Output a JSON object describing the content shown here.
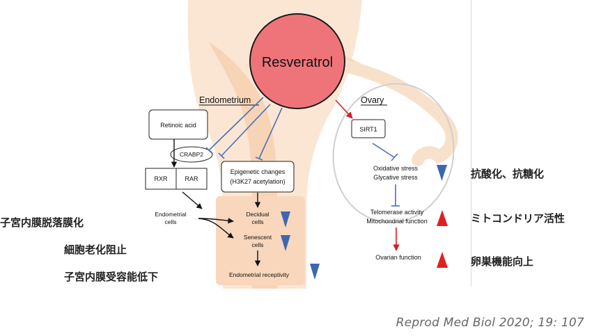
{
  "center": {
    "label": "Resveratrol"
  },
  "endometrium": {
    "title": "Endometrium",
    "retinoic_acid": "Retinoic acid",
    "crabp2": "CRABP2",
    "rxr": "RXR",
    "rar": "RAR",
    "endometrial_cells": [
      "Endometrial",
      "cells"
    ],
    "epigenetic": [
      "Epigenetic changes",
      "(H3K27 acetylation)"
    ],
    "decidual": [
      "Decidual",
      "cells"
    ],
    "senescent": [
      "Senescent",
      "cells"
    ],
    "receptivity": "Endometrial receptivity"
  },
  "ovary": {
    "title": "Ovary",
    "sirt1": "SIRT1",
    "stress": [
      "Oxidative stress",
      "Glycative stress"
    ],
    "telomerase": [
      "Telomerase activity",
      "Mitochondrial function"
    ],
    "ovarian_function": "Ovarian function"
  },
  "annotations": {
    "decidualization": "子宮内膜脱落膜化",
    "senescence_block": "細胞老化阻止",
    "receptivity_down": "子宮内膜受容能低下",
    "anti_oxidation": "抗酸化、抗糖化",
    "mitochondria": "ミトコンドリア活性",
    "ovarian_up": "卵巣機能向上"
  },
  "citation": "Reprod Med Biol  2020; 19: 107",
  "colors": {
    "resveratrol_fill": "#ef7479",
    "up_arrow": "#e02020",
    "down_arrow": "#3d66b3",
    "uterus_fill": "#fbe3cf",
    "inhibit_line": "#4a6fb5"
  }
}
